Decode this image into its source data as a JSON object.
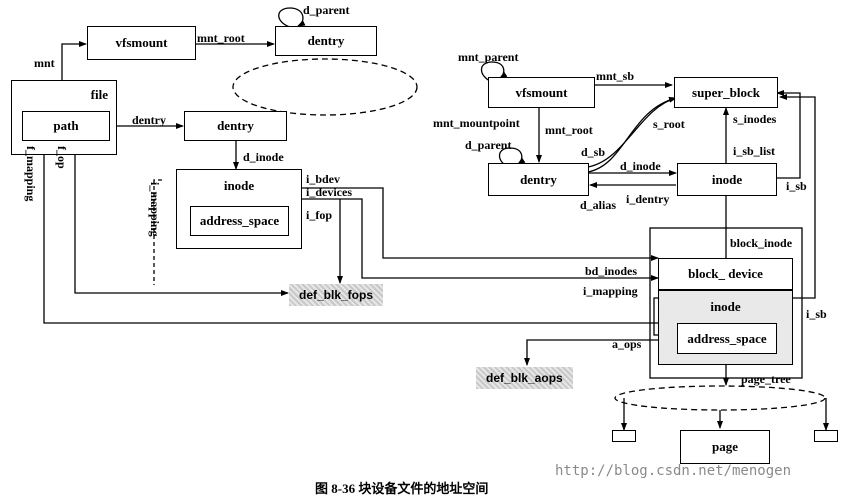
{
  "boxes": {
    "left_vfsmount": "vfsmount",
    "top_dentry": "dentry",
    "file_label": "file",
    "path": "path",
    "mid_dentry": "dentry",
    "inode": "inode",
    "address_space": "address_space",
    "right_vfsmount": "vfsmount",
    "super_block": "super_block",
    "right_dentry": "dentry",
    "right_inode": "inode",
    "block_device": "block_   device",
    "bd_inode": "inode",
    "bd_address_space": "address_space",
    "page": "page"
  },
  "labels": {
    "mnt": "mnt",
    "mnt_root_left": "mnt_root",
    "d_parent_left": "d_parent",
    "dentry_arrow": "dentry",
    "d_inode_left": "d_inode",
    "i_bdev": "i_bdev",
    "i_devices": "i_devices",
    "i_fop": "i_fop",
    "i_mapping_left": "i_mapping",
    "f_op": "f_op",
    "f_mapping": "f_mapping",
    "mnt_parent": "mnt_parent",
    "mnt_sb": "mnt_sb",
    "mnt_mountpoint": "mnt_mountpoint",
    "mnt_root_right": "mnt_root",
    "d_parent_right": "d_parent",
    "d_sb": "d_sb",
    "s_root": "s_root",
    "s_inodes": "s_inodes",
    "i_sb_list": "i_sb_list",
    "d_inode_right": "d_inode",
    "i_dentry": "i_dentry",
    "d_alias": "d_alias",
    "i_sb_top": "i_sb",
    "i_sb_bottom": "i_sb",
    "block_inode": "block_inode",
    "bd_inodes": "bd_inodes",
    "i_mapping_right": "i_mapping",
    "a_ops": "a_ops",
    "page_tree": "page_tree"
  },
  "shaded": {
    "def_blk_fops": "def_blk_fops",
    "def_blk_aops": "def_blk_aops"
  },
  "caption": "图 8-36   块设备文件的地址空间",
  "watermark": "http://blog.csdn.net/menogen"
}
